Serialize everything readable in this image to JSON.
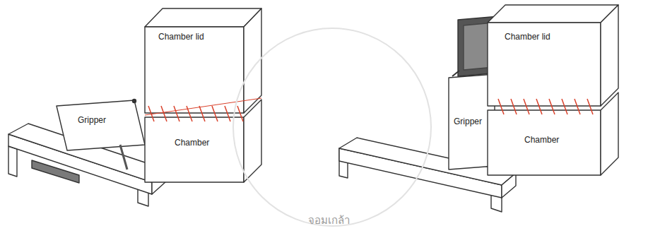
{
  "diagram": {
    "nodes": [
      {
        "text": [
          "Chamber lid"
        ]
      },
      {
        "text": [
          "Chamber"
        ]
      },
      {
        "text": [
          "Gripper"
        ]
      },
      {
        "text": [
          "Chamber lid"
        ]
      },
      {
        "text": [
          "Chamber"
        ]
      },
      {
        "text": [
          "Gripper"
        ]
      }
    ],
    "labels": [
      "จอมเกล้า"
    ]
  }
}
